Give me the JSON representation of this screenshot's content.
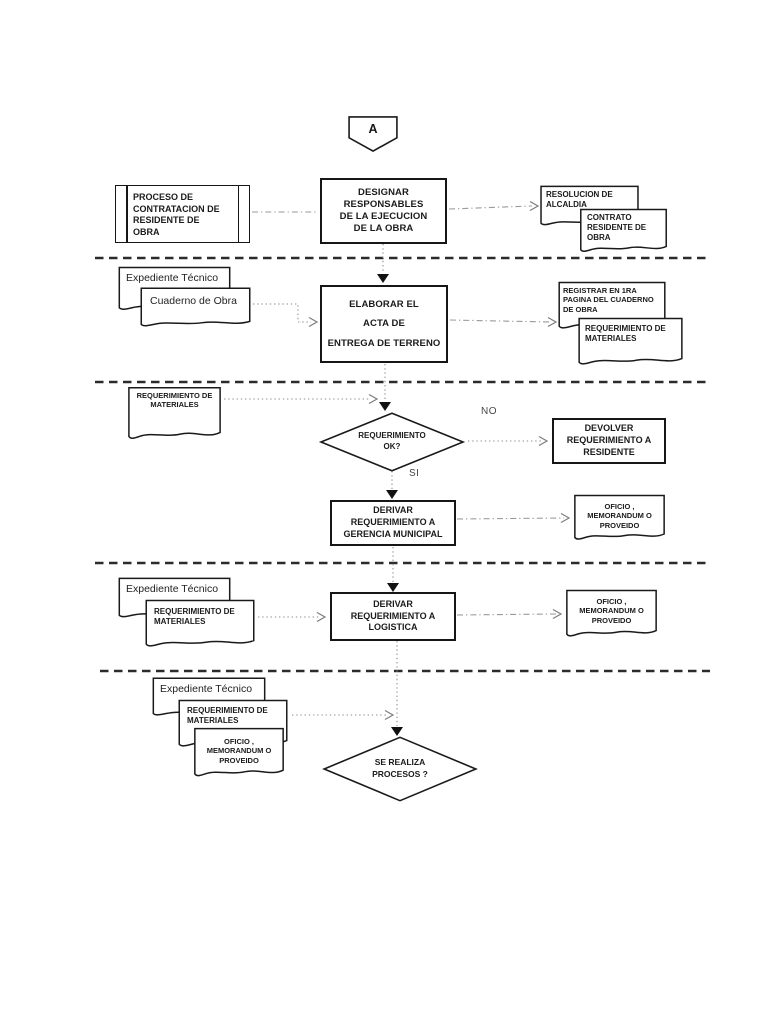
{
  "colors": {
    "ink": "#1a1a1a",
    "connector": "#8c8c8c",
    "divider": "#2b2b2b",
    "background": "#ffffff"
  },
  "connector_a": {
    "label": "A"
  },
  "row1": {
    "proceso_contratacion": "PROCESO DE\nCONTRATACION DE\nRESIDENTE DE\nOBRA",
    "designar": "DESIGNAR\nRESPONSABLES\nDE LA EJECUCION\nDE LA OBRA",
    "resolucion": "RESOLUCION DE\nALCALDIA",
    "contrato": "CONTRATO\nRESIDENTE DE\nOBRA"
  },
  "row2": {
    "expediente": "Expediente Técnico",
    "cuaderno": "Cuaderno de Obra",
    "elaborar": "ELABORAR EL\nACTA DE\nENTREGA DE TERRENO",
    "registrar": "REGISTRAR  EN  1RA\nPAGINA  DEL CUADERNO\nDE OBRA",
    "requerimiento": "REQUERIMIENTO DE\nMATERIALES"
  },
  "row3": {
    "requerimiento": "REQUERIMIENTO DE\nMATERIALES",
    "decision": "REQUERIMIENTO\nOK?",
    "no": "NO",
    "si": "SI",
    "devolver": "DEVOLVER\nREQUERIMIENTO A\nRESIDENTE",
    "derivar_gerencia": "DERIVAR\nREQUERIMIENTO A\nGERENCIA MUNICIPAL",
    "oficio": "OFICIO ,\nMEMORANDUM O\nPROVEIDO"
  },
  "row4": {
    "expediente": "Expediente Técnico",
    "requerimiento": "REQUERIMIENTO DE\nMATERIALES",
    "derivar_logistica": "DERIVAR\nREQUERIMIENTO A\nLOGISTICA",
    "oficio": "OFICIO ,\nMEMORANDUM O\nPROVEIDO"
  },
  "row5": {
    "expediente": "Expediente Técnico",
    "requerimiento": "REQUERIMIENTO DE\nMATERIALES",
    "oficio": "OFICIO ,\nMEMORANDUM O\nPROVEIDO",
    "decision": "SE REALIZA\nPROCESOS ?"
  }
}
